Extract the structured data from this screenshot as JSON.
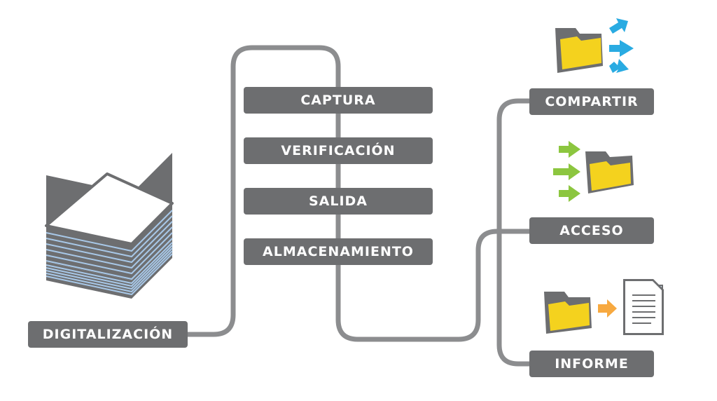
{
  "diagram": {
    "process_steps": [
      "CAPTURA",
      "VERIFICACIÓN",
      "SALIDA",
      "ALMACENAMIENTO"
    ],
    "input_label": "DIGITALIZACIÓN",
    "outputs": [
      "COMPARTIR",
      "ACCESO",
      "INFORME"
    ]
  },
  "colors": {
    "box": "#6d6e70",
    "connector": "#8c8d8f",
    "folder": "#f4d21e",
    "share_arrow": "#29abe2",
    "access_arrow": "#8cc63f",
    "report_arrow": "#f7a940",
    "paper_edge": "#a8c8e8"
  },
  "icons": [
    "paper-stack-icon",
    "folder-share-icon",
    "folder-access-icon",
    "folder-report-icon",
    "document-icon"
  ]
}
